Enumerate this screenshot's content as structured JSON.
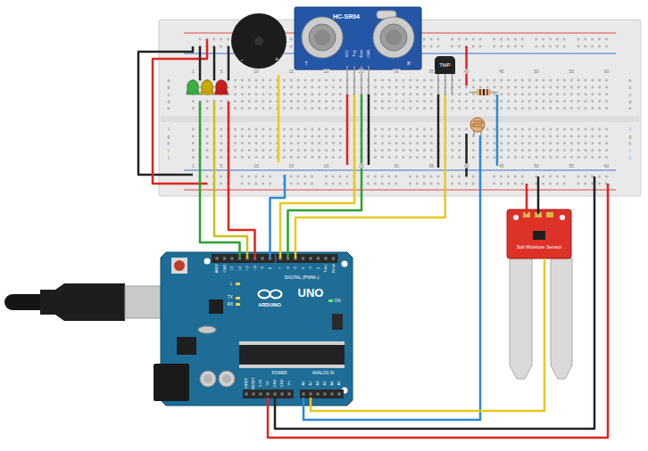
{
  "diagram": {
    "nodes": [
      {
        "text": [
          "HC-SR04"
        ]
      },
      {
        "text": [
          "TMP"
        ]
      },
      {
        "text": [
          "Soil Moisture Sensor"
        ]
      },
      {
        "text": [
          "ARDUINO",
          "UNO",
          "DIGITAL (PWM~)",
          "POWER",
          "ANALOG IN"
        ]
      }
    ],
    "edges": [
      {
        "from": 3,
        "to": 2,
        "arrow": "none"
      }
    ],
    "labels": [
      "1",
      "5",
      "10",
      "15",
      "20",
      "25",
      "30",
      "35",
      "40",
      "45",
      "50",
      "55",
      "60",
      "1",
      "5",
      "10",
      "15",
      "20",
      "25",
      "30",
      "35",
      "40",
      "45",
      "50",
      "55",
      "60",
      "a",
      "b",
      "c",
      "d",
      "e",
      "f",
      "g",
      "h",
      "i",
      "j",
      "a",
      "b",
      "c",
      "d",
      "e",
      "f",
      "g",
      "h",
      "i",
      "j",
      "-",
      "+",
      "VCC",
      "Trig",
      "Echo",
      "GND",
      "T",
      "R",
      "AREF",
      "GND",
      "13",
      "12",
      "~11",
      "~10",
      "~9",
      "8",
      "7",
      "~6",
      "~5",
      "4",
      "~3",
      "2",
      "TX▸1",
      "RX◂0",
      "IOREF",
      "RESET",
      "3.3V",
      "5V",
      "GND",
      "GND",
      "Vin",
      "A0",
      "A1",
      "A2",
      "A3",
      "A4",
      "A5",
      "ON",
      "L",
      "TX",
      "RX"
    ]
  }
}
